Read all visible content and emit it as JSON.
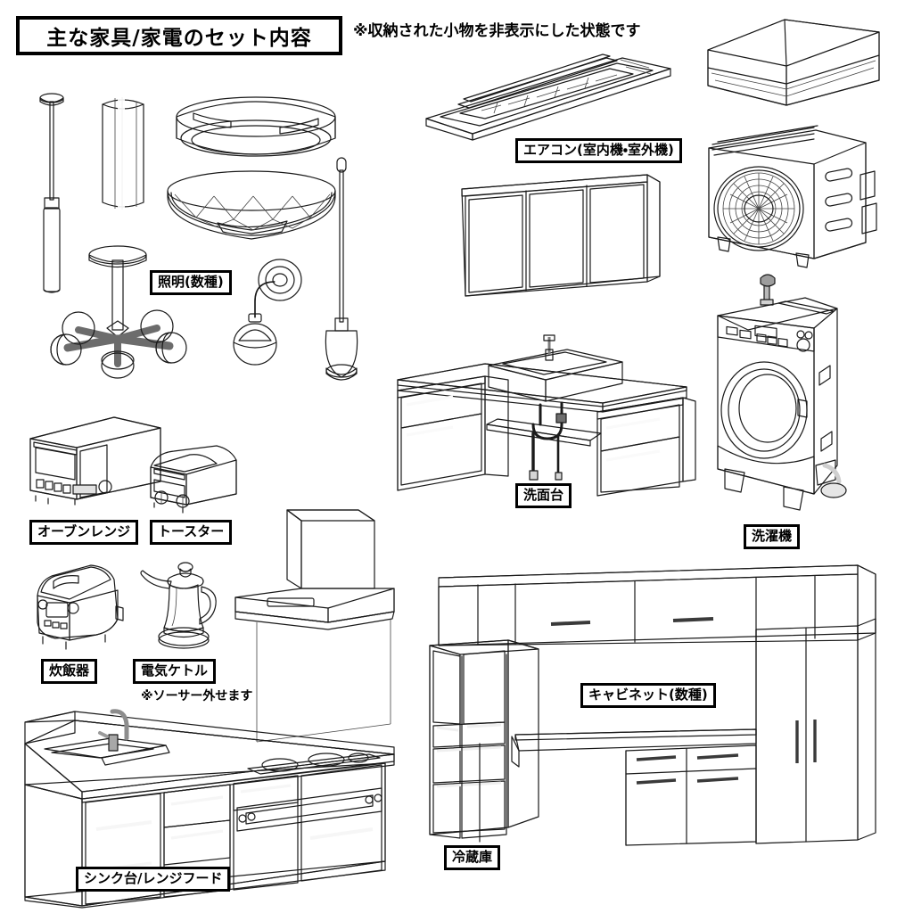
{
  "header": {
    "title": "主な家具/家電のセット内容",
    "note": "※収納された小物を非表示にした状態です"
  },
  "labels": {
    "lighting": "照明(数種)",
    "aircon": "エアコン(室内機・室外機)",
    "vanity": "洗面台",
    "washer": "洗濯機",
    "oven_range": "オーブンレンジ",
    "toaster": "トースター",
    "rice_cooker": "炊飯器",
    "electric_kettle": "電気ケトル",
    "kettle_note": "※ソーサー外せます",
    "sink_rangehood": "シンク台/レンジフード",
    "cabinet": "キャビネット(数種)",
    "refrigerator": "冷蔵庫"
  },
  "items": [
    {
      "name": "pendant-light-slim",
      "group": "lighting"
    },
    {
      "name": "cylinder-light",
      "group": "lighting"
    },
    {
      "name": "ceiling-light-ring",
      "group": "lighting"
    },
    {
      "name": "ceiling-light-faceted",
      "group": "lighting"
    },
    {
      "name": "chandelier-5-bulb",
      "group": "lighting"
    },
    {
      "name": "wall-sconce-globe",
      "group": "lighting"
    },
    {
      "name": "pendant-light-bell",
      "group": "lighting"
    },
    {
      "name": "aircon-ceiling-cassette",
      "group": "aircon"
    },
    {
      "name": "aircon-wall-indoor",
      "group": "aircon"
    },
    {
      "name": "aircon-outdoor-unit",
      "group": "aircon"
    },
    {
      "name": "mirror-cabinet",
      "group": "vanity"
    },
    {
      "name": "vanity-unit",
      "group": "vanity"
    },
    {
      "name": "drum-washing-machine",
      "group": "washer"
    },
    {
      "name": "microwave-oven",
      "group": "oven_range"
    },
    {
      "name": "toaster-oven",
      "group": "toaster"
    },
    {
      "name": "rice-cooker",
      "group": "rice_cooker"
    },
    {
      "name": "electric-kettle",
      "group": "electric_kettle"
    },
    {
      "name": "range-hood",
      "group": "sink_rangehood"
    },
    {
      "name": "sink-counter-unit",
      "group": "sink_rangehood"
    },
    {
      "name": "wall-cabinet-upper",
      "group": "cabinet"
    },
    {
      "name": "tall-cabinet",
      "group": "cabinet"
    },
    {
      "name": "counter-cabinet",
      "group": "cabinet"
    },
    {
      "name": "refrigerator-unit",
      "group": "refrigerator"
    }
  ],
  "colors": {
    "outline": "#1a1a1a",
    "light_face": "#f2f2f2",
    "mid_face": "#c9c9c9",
    "dark_face": "#8f8f8f",
    "darker_face": "#6f6f6f",
    "metal_dark": "#4a4a4a",
    "background": "#ffffff"
  }
}
